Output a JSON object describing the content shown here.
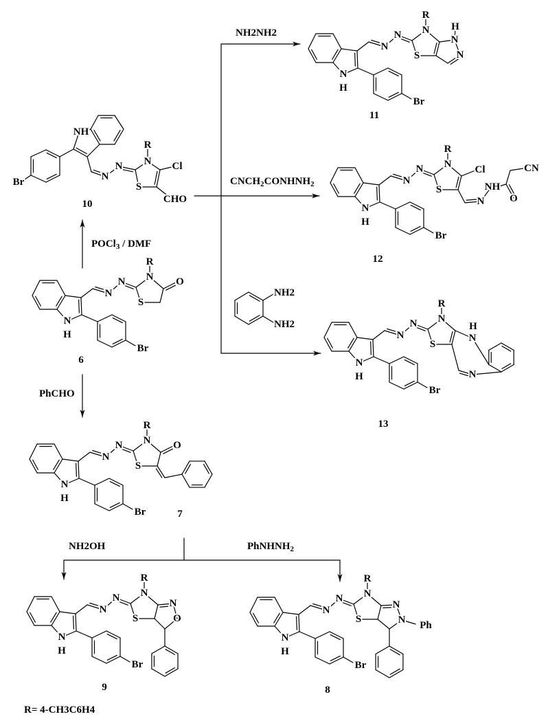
{
  "reagents": {
    "hydrazine": "NH2NH2",
    "cyanoacetohydrazide": "CNCH2CONHNH2",
    "vilsmeier": "POCl3 / DMF",
    "benzaldehyde": "PhCHO",
    "hydroxylamine": "NH2OH",
    "phenylhydrazine": "PhNHNH2",
    "diamine_nh2_top": "NH2",
    "diamine_nh2_bottom": "NH2"
  },
  "core_atoms": {
    "indole_n": "N",
    "indole_h": "H",
    "azine_n1": "N",
    "azine_n2": "N",
    "ring_n": "N",
    "ring_s": "S",
    "r_group": "R",
    "bromo": "Br"
  },
  "compounds": {
    "c10": {
      "number": "10",
      "nh": "NH",
      "chloro": "Cl",
      "formyl": "CHO"
    },
    "c6": {
      "number": "6",
      "oxo": "O"
    },
    "c7": {
      "number": "7",
      "oxo": "O"
    },
    "c9": {
      "number": "9",
      "imine_n": "N",
      "ring_o": "O"
    },
    "c8": {
      "number": "8",
      "imine_n": "N",
      "ring_n": "N",
      "phenyl": "Ph"
    },
    "c11": {
      "number": "11",
      "nh_n": "N",
      "nh_h": "H",
      "ring_n": "N"
    },
    "c12": {
      "number": "12",
      "chloro": "Cl",
      "hydrazone_n": "N",
      "amide_nh": "NH",
      "oxo": "O",
      "nitrile": "CN"
    },
    "c13": {
      "number": "13",
      "amine_n": "N",
      "amine_h": "H",
      "imine_n": "N"
    }
  },
  "footnote": "R= 4-CH3C6H4"
}
